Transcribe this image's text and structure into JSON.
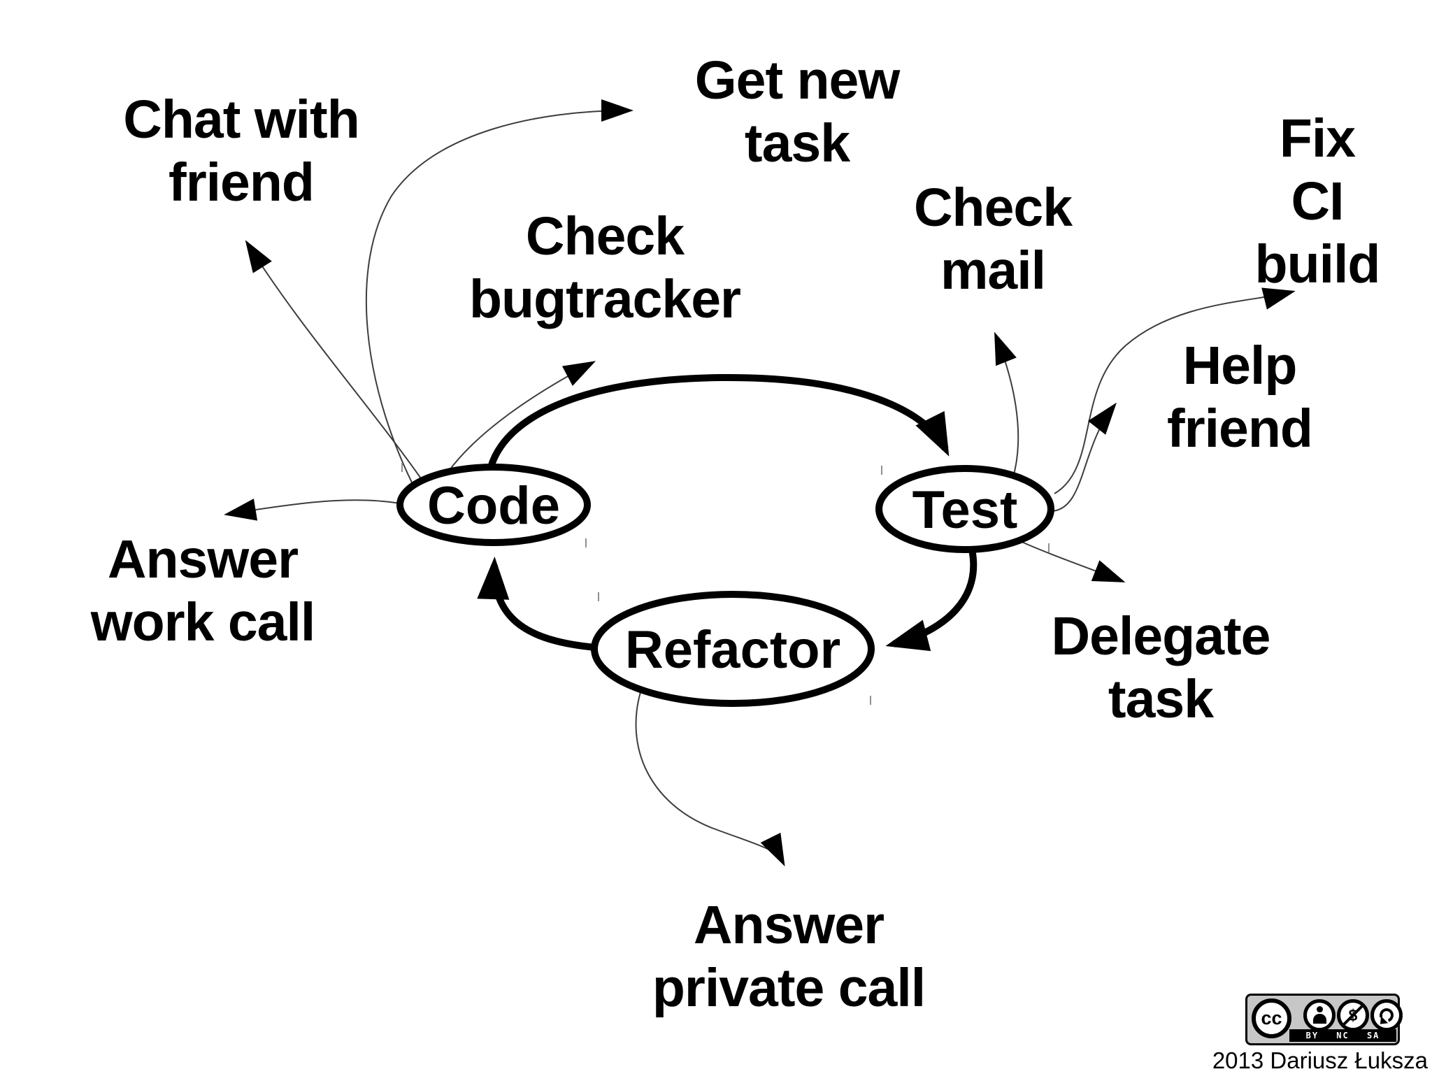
{
  "diagram": {
    "nodes": [
      {
        "id": "code",
        "label": "Code"
      },
      {
        "id": "test",
        "label": "Test"
      },
      {
        "id": "refactor",
        "label": "Refactor"
      }
    ],
    "cycle_edges": [
      {
        "from": "Code",
        "to": "Test"
      },
      {
        "from": "Test",
        "to": "Refactor"
      },
      {
        "from": "Refactor",
        "to": "Code"
      }
    ],
    "distractions": [
      {
        "id": "chat-with-friend",
        "label": "Chat with\nfriend",
        "from": "Code"
      },
      {
        "id": "get-new-task",
        "label": "Get new\ntask",
        "from": "Code"
      },
      {
        "id": "check-bugtracker",
        "label": "Check\nbugtracker",
        "from": "Code"
      },
      {
        "id": "check-mail",
        "label": "Check\nmail",
        "from": "Test"
      },
      {
        "id": "fix-ci-build",
        "label": "Fix CI\nbuild",
        "from": "Test"
      },
      {
        "id": "help-friend",
        "label": "Help\nfriend",
        "from": "Test"
      },
      {
        "id": "answer-work-call",
        "label": "Answer\nwork call",
        "from": "Code"
      },
      {
        "id": "delegate-task",
        "label": "Delegate\ntask",
        "from": "Test"
      },
      {
        "id": "answer-private-call",
        "label": "Answer\nprivate call",
        "from": "Refactor"
      }
    ]
  },
  "license": {
    "cc_label": "cc",
    "strip": "BY NC SA",
    "nc_glyph": "$",
    "credit": "2013 Dariusz Łuksza"
  },
  "colors": {
    "ink": "#000000",
    "thin_edge": "#3d3d3d",
    "tick": "#909090",
    "badge_bg": "#c7c7c7"
  }
}
